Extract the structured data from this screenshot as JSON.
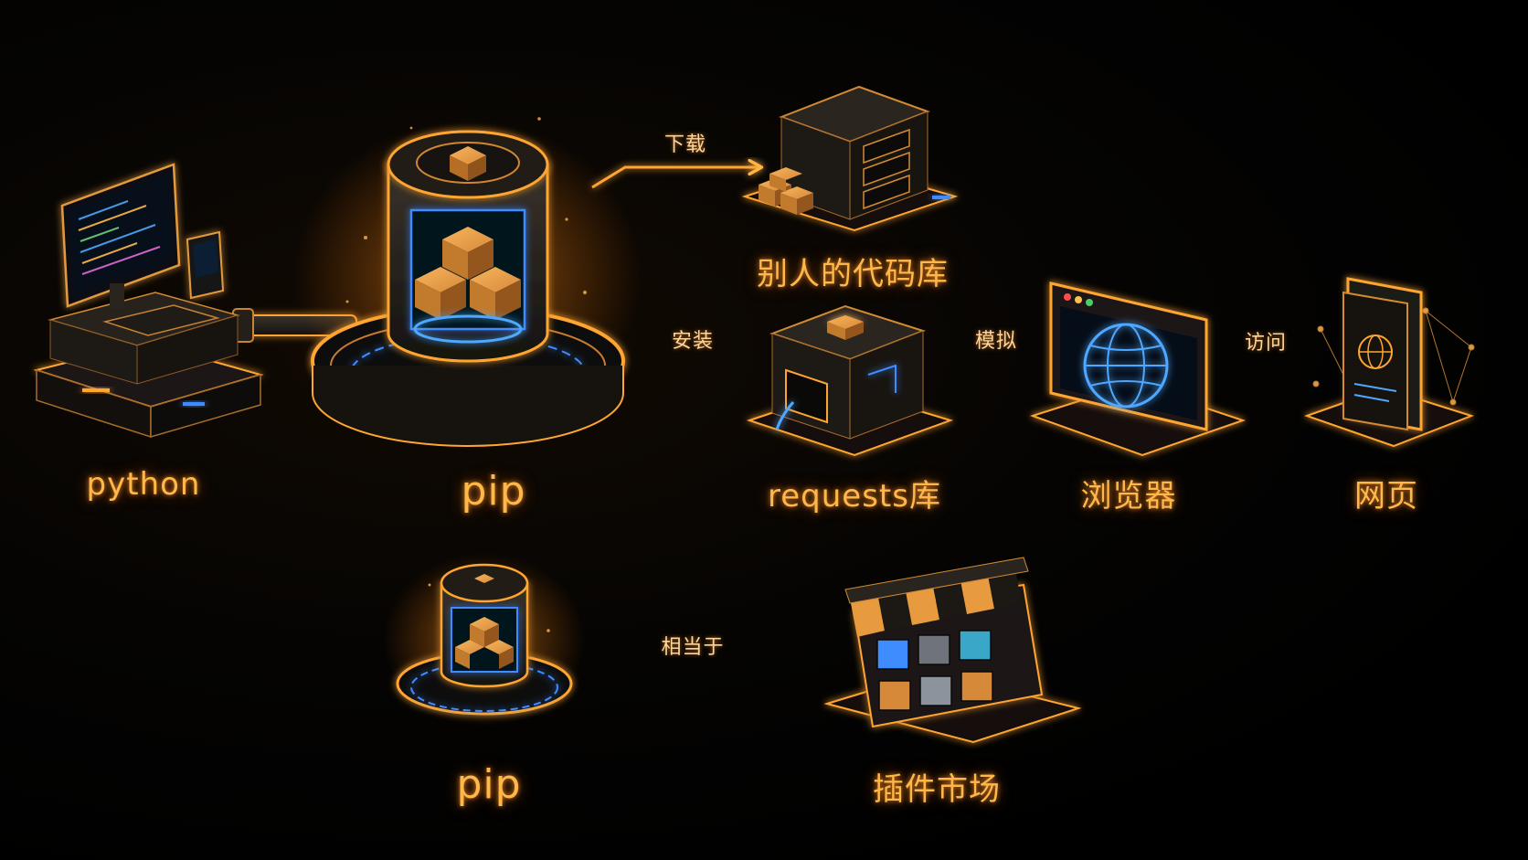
{
  "colors": {
    "accent": "#ffa531",
    "glow": "#ff8c1a",
    "blue": "#3f8cff",
    "metal": "#1b1814"
  },
  "nodes": {
    "python": {
      "label": "python",
      "icon": "computer-icon"
    },
    "pip_top": {
      "label": "pip",
      "icon": "package-manager-icon"
    },
    "others_code": {
      "label": "别人的代码库",
      "icon": "server-icon"
    },
    "requests": {
      "label": "requests库",
      "icon": "module-cube-icon"
    },
    "browser": {
      "label": "浏览器",
      "icon": "browser-window-icon"
    },
    "webpage": {
      "label": "网页",
      "icon": "web-page-icon"
    },
    "pip_bottom": {
      "label": "pip",
      "icon": "package-manager-icon"
    },
    "plugin_market": {
      "label": "插件市场",
      "icon": "market-stall-icon"
    }
  },
  "edges": {
    "download": {
      "label": "下载",
      "from": "pip_top",
      "to": "others_code"
    },
    "install": {
      "label": "安装",
      "from": "pip_top",
      "to": "requests"
    },
    "simulate": {
      "label": "模拟",
      "from": "requests",
      "to": "browser"
    },
    "visit": {
      "label": "访问",
      "from": "browser",
      "to": "webpage"
    },
    "equivalent": {
      "label": "相当于",
      "from": "pip_bottom",
      "to": "plugin_market"
    }
  }
}
